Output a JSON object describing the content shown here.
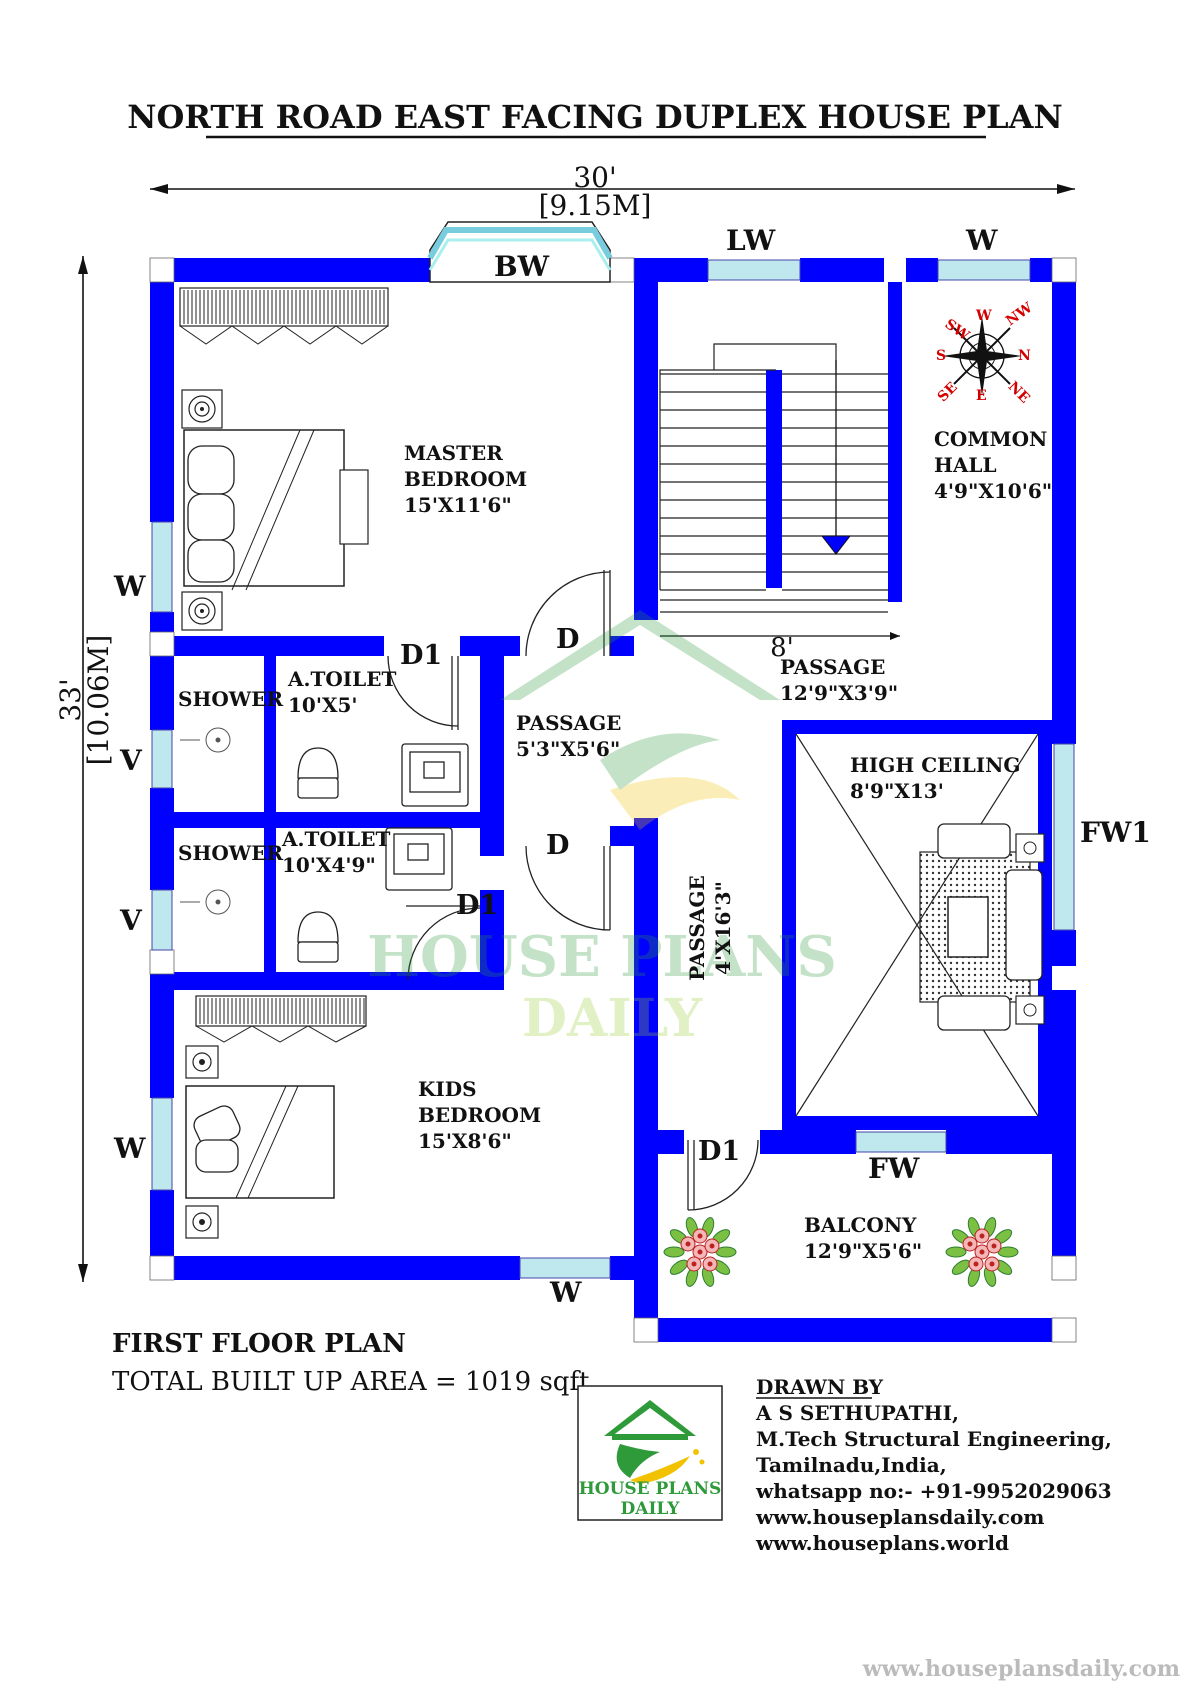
{
  "title": "NORTH ROAD EAST FACING DUPLEX HOUSE PLAN",
  "dimensions": {
    "width_ft": "30'",
    "width_m": "[9.15M]",
    "depth_ft": "33'",
    "depth_m": "[10.06M]"
  },
  "rooms": {
    "master_bedroom": [
      "MASTER",
      "BEDROOM",
      "15'X11'6\""
    ],
    "common_hall": [
      "COMMON",
      "HALL",
      "4'9\"X10'6\""
    ],
    "passage_top": [
      "PASSAGE",
      "12'9\"X3'9\""
    ],
    "stair_width": "8'",
    "toilet1": [
      "A.TOILET",
      "10'X5'"
    ],
    "shower1": "SHOWER",
    "passage_mid": [
      "PASSAGE",
      "5'3\"X5'6\""
    ],
    "high_ceiling": [
      "HIGH CEILING",
      "8'9\"X13'"
    ],
    "toilet2": [
      "A.TOILET",
      "10'X4'9\""
    ],
    "shower2": "SHOWER",
    "passage_vertical": [
      "PASSAGE",
      "4'X16'3\""
    ],
    "kids_bedroom": [
      "KIDS",
      "BEDROOM",
      "15'X8'6\""
    ],
    "balcony": [
      "BALCONY",
      "12'9\"X5'6\""
    ]
  },
  "wall_tags": {
    "bw": "BW",
    "lw": "LW",
    "w_top": "W",
    "w_left_master": "W",
    "v_upper": "V",
    "v_lower": "V",
    "w_left_kids": "W",
    "w_bottom": "W",
    "fw1": "FW1",
    "fw": "FW"
  },
  "door_tags": {
    "d1_master_toilet": "D1",
    "d_master": "D",
    "d_kids": "D",
    "d1_kids_toilet": "D1",
    "d1_balcony": "D1"
  },
  "compass": [
    "SW",
    "W",
    "NW",
    "S",
    "N",
    "SE",
    "E",
    "NE"
  ],
  "watermark": [
    "HOUSE PLANS",
    "DAILY"
  ],
  "floor_label": "FIRST FLOOR PLAN",
  "area_label": "TOTAL BUILT UP AREA = 1019 sqft",
  "logo": [
    "HOUSE PLANS",
    "DAILY"
  ],
  "credits": {
    "heading": "DRAWN BY",
    "lines": [
      "A S SETHUPATHI,",
      "M.Tech Structural Engineering,",
      "Tamilnadu,India,",
      "whatsapp no:- +91-9952029063",
      "www.houseplansdaily.com",
      "www.houseplans.world"
    ]
  },
  "footer_url": "www.houseplansdaily.com",
  "colors": {
    "wall": "#0000ff",
    "window": "#bfe8ee",
    "logo_green": "#2e9a3a",
    "logo_yellow": "#f2c200",
    "compass_red": "#d40000"
  }
}
